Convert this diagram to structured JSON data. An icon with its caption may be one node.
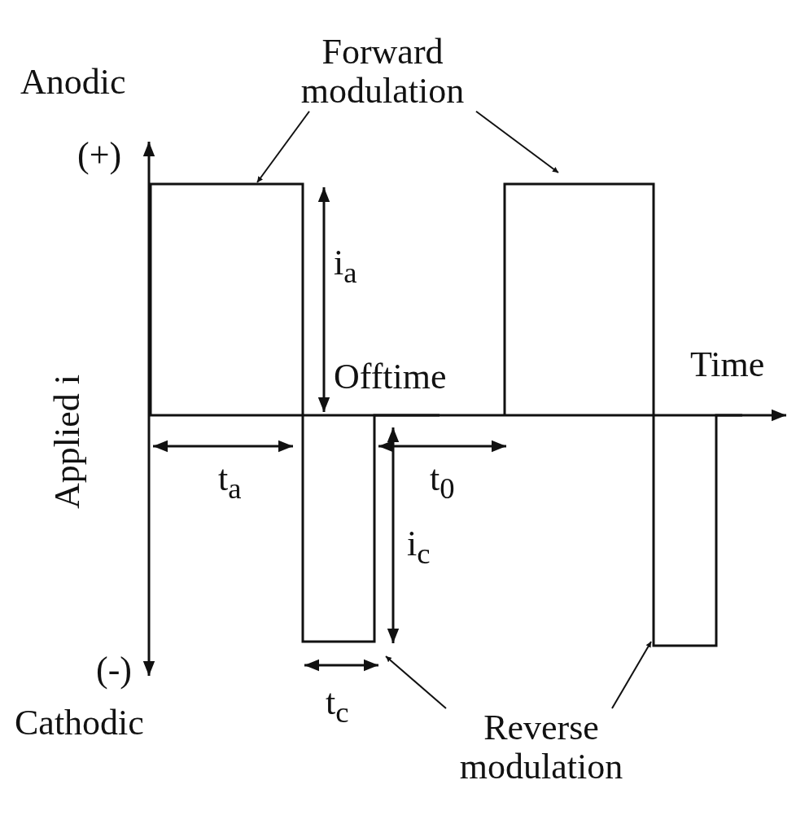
{
  "diagram": {
    "nodes": [
      {
        "text": [
          "Forward modulation"
        ]
      },
      {
        "text": [
          "Reverse modulation"
        ]
      }
    ],
    "edges": [
      {
        "from": 0,
        "to": null,
        "arrow": "to"
      },
      {
        "from": 0,
        "to": null,
        "arrow": "to"
      },
      {
        "from": 1,
        "to": null,
        "arrow": "to"
      },
      {
        "from": 1,
        "to": null,
        "arrow": "to"
      }
    ],
    "labels": [
      "Anodic",
      "(+)",
      "i$_{a}$",
      "Applied i",
      "Offtime",
      "Time",
      "t$_{a}$",
      "t$_{0}$",
      "i$_{c}$",
      "(-)",
      "t$_{c}$",
      "Cathodic"
    ]
  }
}
